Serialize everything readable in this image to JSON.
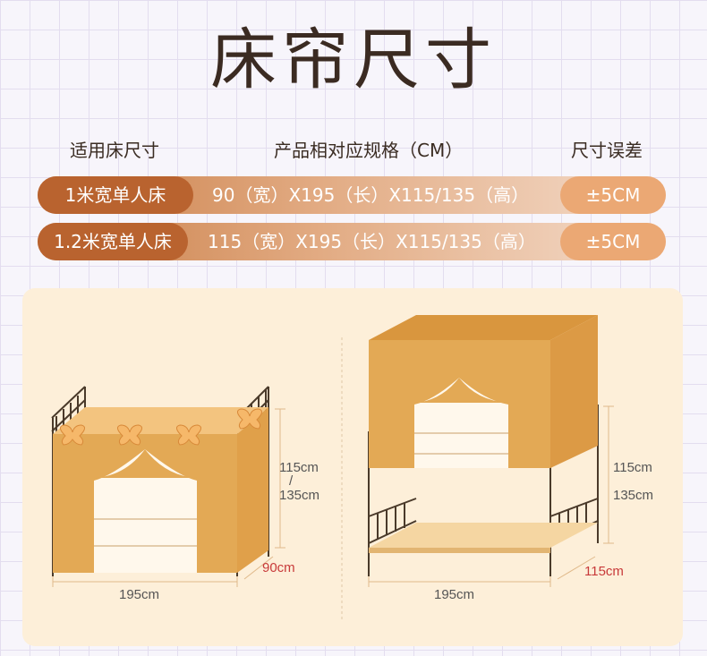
{
  "title": "床帘尺寸",
  "header": {
    "col1": "适用床尺寸",
    "col2": "产品相对应规格（CM）",
    "col3": "尺寸误差"
  },
  "rows": [
    {
      "bed": "1米宽单人床",
      "spec": "90（宽）X195（长）X115/135（高）",
      "tolerance": "±5CM"
    },
    {
      "bed": "1.2米宽单人床",
      "spec": "115（宽）X195（长）X115/135（高）",
      "tolerance": "±5CM"
    }
  ],
  "diagram_left": {
    "height_a": "115cm",
    "slash": "/",
    "height_b": "135cm",
    "width": "90cm",
    "length": "195cm"
  },
  "diagram_right": {
    "height_a": "115cm",
    "height_b": "135cm",
    "width": "115cm",
    "length": "195cm"
  },
  "colors": {
    "accent_dark": "#b9632f",
    "accent_light": "#eba874",
    "curtain": "#e3a955",
    "panel_bg": "#fdefd9"
  }
}
